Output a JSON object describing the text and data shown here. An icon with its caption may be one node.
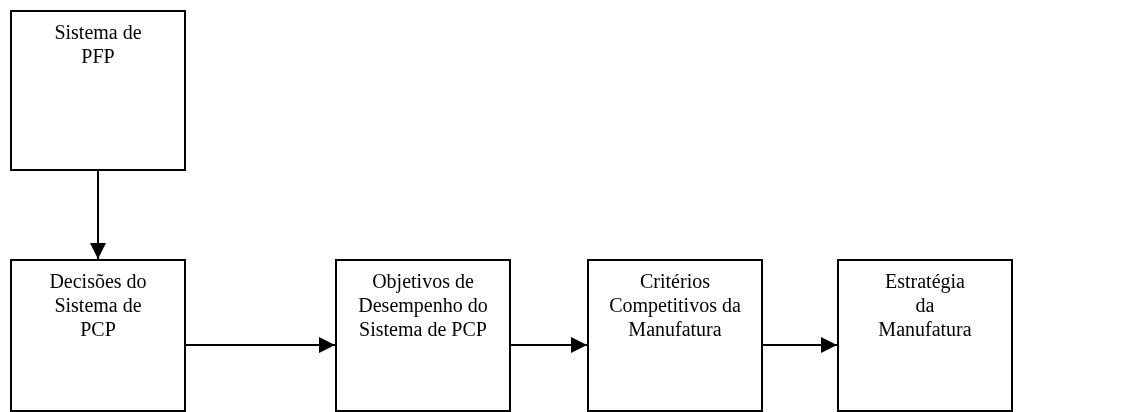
{
  "diagram": {
    "nodes": [
      {
        "text": [
          "Sistema de PFP"
        ]
      },
      {
        "text": [
          "Decisões do Sistema de PCP"
        ]
      },
      {
        "text": [
          "Objetivos de Desempenho do Sistema de PCP"
        ]
      },
      {
        "text": [
          "Critérios Competitivos da Manufatura"
        ]
      },
      {
        "text": [
          "Estratégia da Manufatura"
        ]
      }
    ],
    "edges": [
      {
        "from": 0,
        "to": 1,
        "arrow": "to"
      },
      {
        "from": 1,
        "to": 2,
        "arrow": "to"
      },
      {
        "from": 2,
        "to": 3,
        "arrow": "to"
      },
      {
        "from": 3,
        "to": 4,
        "arrow": "to"
      }
    ]
  }
}
